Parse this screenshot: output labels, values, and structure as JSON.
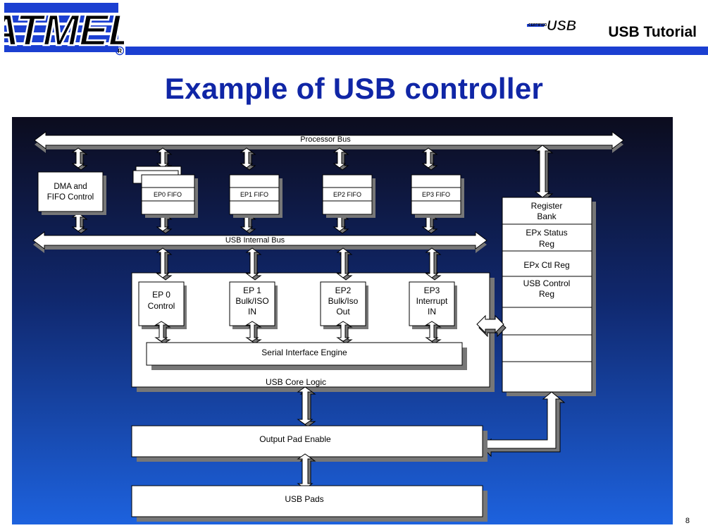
{
  "header": {
    "logo_text": "ATMEL",
    "usb_badge_small": "CERTIFIED",
    "usb_badge_text": "USB",
    "tutorial_label": "USB Tutorial"
  },
  "slide": {
    "title": "Example of USB controller",
    "page_number": "8"
  },
  "diagram": {
    "processor_bus": "Processor Bus",
    "usb_internal_bus": "USB Internal Bus",
    "dma_line1": "DMA and",
    "dma_line2": "FIFO Control",
    "ep0_fifo": "EP0 FIFO",
    "ep1_fifo": "EP1 FIFO",
    "ep2_fifo": "EP2 FIFO",
    "ep3_fifo": "EP3 FIFO",
    "register_bank_line1": "Register",
    "register_bank_line2": "Bank",
    "epx_status_line1": "EPx Status",
    "epx_status_line2": "Reg",
    "epx_ctl": "EPx Ctl Reg",
    "usb_control_line1": "USB Control",
    "usb_control_line2": "Reg",
    "ep0_line1": "EP 0",
    "ep0_line2": "Control",
    "ep1_line1": "EP 1",
    "ep1_line2": "Bulk/ISO",
    "ep1_line3": "IN",
    "ep2_line1": "EP2",
    "ep2_line2": "Bulk/Iso",
    "ep2_line3": "Out",
    "ep3_line1": "EP3",
    "ep3_line2": "Interrupt",
    "ep3_line3": "IN",
    "serial_engine": "Serial Interface Engine",
    "usb_core_logic": "USB Core Logic",
    "output_pad_enable": "Output Pad Enable",
    "usb_pads": "USB Pads"
  },
  "colors": {
    "header_bar": "#1b3fd1",
    "title": "#1026a6",
    "diagram_top": "#0c0c1e",
    "diagram_bottom": "#1d62de"
  }
}
